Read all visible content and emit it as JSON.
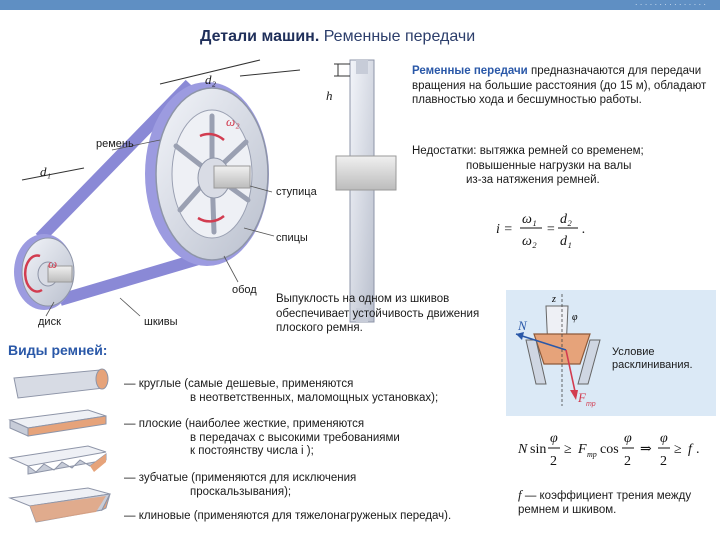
{
  "header": {
    "top_text": "· · · · · · · · · · · · · · ·"
  },
  "title": {
    "bold": "Детали машин.",
    "rest": " Ременные передачи"
  },
  "labels": {
    "d2": "d₂",
    "d1": "d₁",
    "h": "h",
    "omega2": "ω₂",
    "omega1": "ω",
    "remen": "ремень",
    "stupica": "ступица",
    "spicy": "спицы",
    "obod": "обод",
    "disk": "диск",
    "shkivy": "шкивы"
  },
  "intro": {
    "highlight": "Ременные передачи",
    "text": " предназначаются для передачи вращения на большие расстояния (до 15 м), обладают плавностью хода и бесшумностью работы."
  },
  "cons": {
    "line1": "Недостатки: вытяжка ремней со временем;",
    "line2": "повышенные нагрузки на валы",
    "line3": "из-за натяжения ремней."
  },
  "ratio_formula": {
    "lhs": "i =",
    "num1": "ω₁",
    "den1": "ω₂",
    "eq": "=",
    "num2": "d₂",
    "den2": "d₁",
    "end": "."
  },
  "convexity": "Выпуклость на одном из шкивов обеспечивает устойчивость движения плоского ремня.",
  "types": {
    "heading": "Виды ремней:",
    "items": [
      {
        "line1": "— круглые (самые дешевые, применяются",
        "line2": "в неответственных, маломощных установках);"
      },
      {
        "line1": "— плоские (наиболее жесткие, применяются",
        "line2": "в передачах с высокими требованиями",
        "line3": "к постоянству числа i );"
      },
      {
        "line1": "— зубчатые (применяются для исключения",
        "line2": "проскальзывания);"
      },
      {
        "line1": "— клиновые (применяются для тяжелонагруженых передач)."
      }
    ]
  },
  "wedge": {
    "label": "Условие расклинивания.",
    "N": "N",
    "F": "F",
    "F_sub": "тр",
    "z": "z",
    "phi": "φ"
  },
  "formula": {
    "N": "N",
    "sin": "sin",
    "phi": "φ",
    "two": "2",
    "ge": "≥",
    "F": "F",
    "F_sub": "тр",
    "cos": "cos",
    "arrow": "⇒",
    "f": "f",
    "dot": "."
  },
  "fdef": {
    "f": "f",
    "text": " — коэффициент трения между ремнем и шкивом."
  },
  "colors": {
    "accent": "#2a58a8",
    "belt": "#9c9be0",
    "metal": "#d8dce6",
    "panel": "#dbe9f6"
  }
}
